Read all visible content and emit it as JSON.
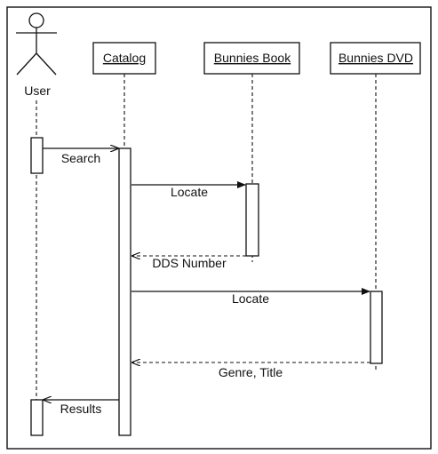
{
  "participants": {
    "user": "User",
    "catalog": "Catalog",
    "book": "Bunnies Book",
    "dvd": "Bunnies DVD"
  },
  "messages": [
    {
      "label": "Search",
      "from": "user",
      "to": "catalog",
      "style": "solid"
    },
    {
      "label": "Locate",
      "from": "catalog",
      "to": "book",
      "style": "solid"
    },
    {
      "label": "DDS Number",
      "from": "book",
      "to": "catalog",
      "style": "dashed"
    },
    {
      "label": "Locate",
      "from": "catalog",
      "to": "dvd",
      "style": "solid"
    },
    {
      "label": "Genre, Title",
      "from": "dvd",
      "to": "catalog",
      "style": "dashed"
    },
    {
      "label": "Results",
      "from": "catalog",
      "to": "user",
      "style": "solid"
    }
  ]
}
